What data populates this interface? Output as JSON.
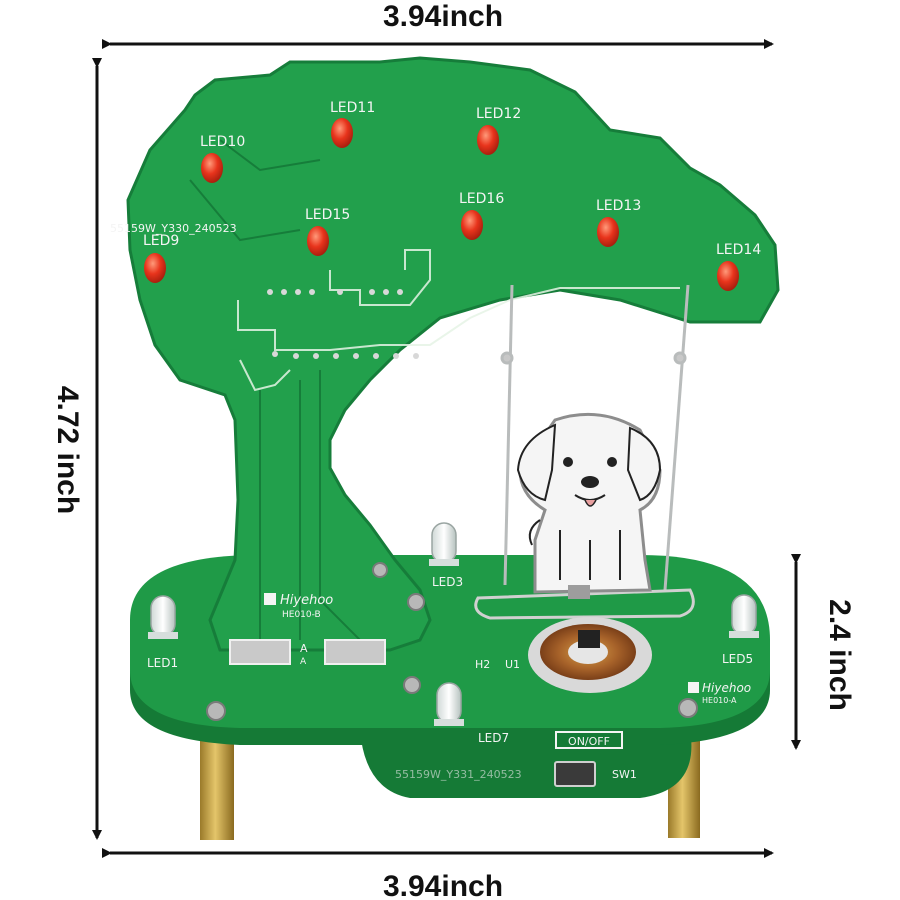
{
  "dimensions": {
    "top_width": "3.94inch",
    "bottom_width": "3.94inch",
    "total_height": "4.72 inch",
    "base_height": "2.4 inch"
  },
  "tree_leds": [
    {
      "label": "LED9"
    },
    {
      "label": "LED10"
    },
    {
      "label": "LED11"
    },
    {
      "label": "LED12"
    },
    {
      "label": "LED13"
    },
    {
      "label": "LED14"
    },
    {
      "label": "LED15"
    },
    {
      "label": "LED16"
    }
  ],
  "base_leds": [
    {
      "label": "LED1"
    },
    {
      "label": "LED3"
    },
    {
      "label": "LED5"
    },
    {
      "label": "LED7"
    }
  ],
  "board": {
    "tree_code": "55159W_Y330_240523",
    "tree_brand": "Hiyehoo",
    "tree_model": "HE010-B",
    "base_brand": "Hiyehoo",
    "base_model": "HE010-A",
    "switch_label": "ON/OFF",
    "switch_ref": "SW1",
    "h_label": "H2",
    "u_label": "U1",
    "bottom_code": "55159W_Y331_240523",
    "pad_a1": "A",
    "pad_a2": "A"
  },
  "colors": {
    "pcb_green": "#1f9a47",
    "pcb_dark": "#157a36",
    "led_red": "#e8341c",
    "arrow": "#111111"
  }
}
